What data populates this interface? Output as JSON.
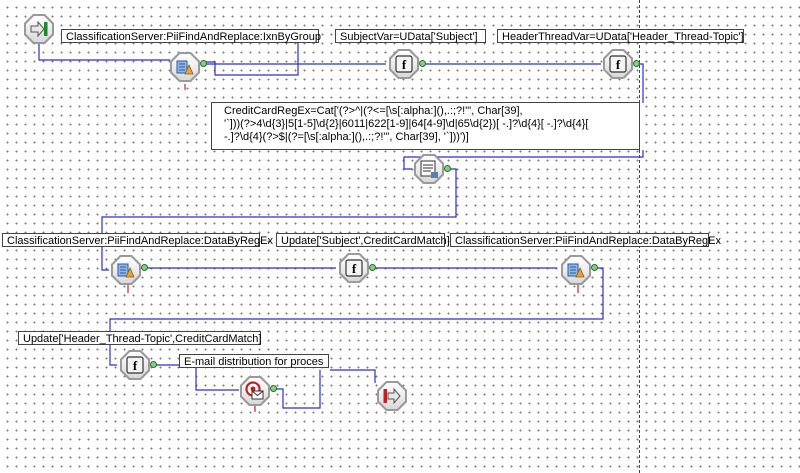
{
  "labels": {
    "ixn_by_group": "ClassificationServer:PiiFindAndReplace:IxnByGroup",
    "subject_var": "SubjectVar=UData['Subject']",
    "header_thread_var": "HeaderThreadVar=UData['Header_Thread-Topic']",
    "data_by_regex_1": "ClassificationServer:PiiFindAndReplace:DataByRegEx",
    "update_subject": "Update['Subject',CreditCardMatch]",
    "data_by_regex_2": "ClassificationServer:PiiFindAndReplace:DataByRegEx",
    "update_header": "Update['Header_Thread-Topic',CreditCardMatch]",
    "email_distribution": "E-mail distribution for proces"
  },
  "regex_note": {
    "line1": "CreditCardRegEx=Cat['(?>^|(?<=[\\s[:alpha:](),.:;?!\"', Char[39],",
    "line2": "'`]))(?>4\\d{3}|5[1-5]\\d{2}|6011|622[1-9]|64[4-9]\\d|65\\d{2})[ -.]?\\d{4}[ -.]?\\d{4}[",
    "line3": "-.]?\\d{4}(?>$|(?=[\\s[:alpha:](),.:;?!\"', Char[39], '`]))')]"
  },
  "nodes": {
    "entry": "entry-icon",
    "classify_1": "classification-server-icon",
    "function_1": "function-icon",
    "function_2": "function-icon",
    "list_process": "list-process-icon",
    "classify_2": "classification-server-icon",
    "function_3": "function-icon",
    "classify_3": "classification-server-icon",
    "function_4": "function-icon",
    "email_send": "email-distribution-icon",
    "exit": "exit-icon"
  },
  "colors": {
    "wire_blue": "#2b2fcf",
    "wire_red": "#d02020",
    "port_green": "#7fd07f"
  }
}
